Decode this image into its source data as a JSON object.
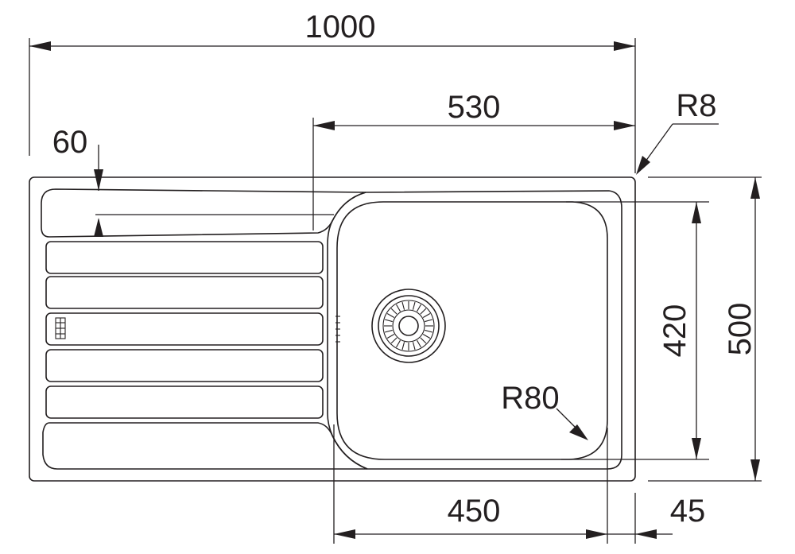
{
  "dimensions": {
    "overall_width": "1000",
    "bowl_section_width": "530",
    "drainer_rim_offset": "60",
    "corner_radius_outer": "R8",
    "bowl_depth": "420",
    "overall_depth": "500",
    "bowl_corner_radius": "R80",
    "bowl_width": "450",
    "bowl_edge_offset": "45"
  }
}
